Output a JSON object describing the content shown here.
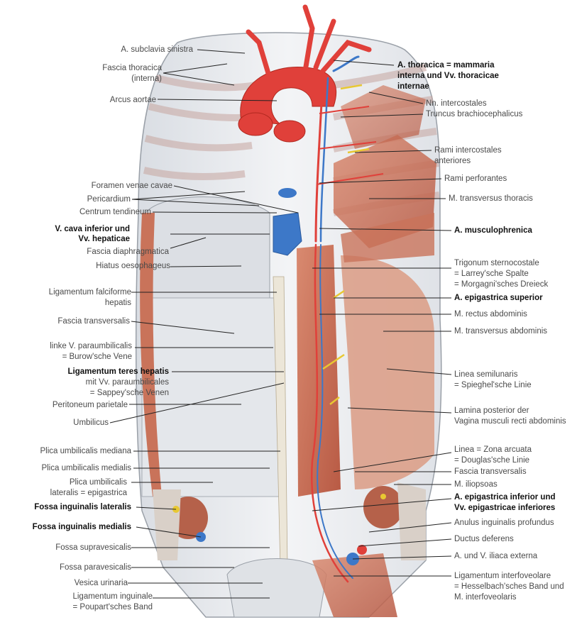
{
  "labels_left": {
    "subclavia": "A. subclavia sinistra",
    "fascia_thoracica_1": "Fascia thoracica",
    "fascia_thoracica_2": "(interna)",
    "arcus_aortae": "Arcus aortae",
    "foramen_venae_cavae": "Foramen venae cavae",
    "pericardium": "Pericardium",
    "centrum_tendineum": "Centrum tendineum",
    "v_cava_1": "V. cava inferior und",
    "v_cava_2": "Vv. hepaticae",
    "fascia_diaphragmatica": "Fascia diaphragmatica",
    "hiatus": "Hiatus oesophageus",
    "lig_falciforme_1": "Ligamentum falciforme",
    "lig_falciforme_2": "hepatis",
    "fascia_transversalis": "Fascia transversalis",
    "linke_v_1": "linke V. paraumbilicalis",
    "linke_v_2": "= Burow'sche Vene",
    "lig_teres_1": "Ligamentum teres hepatis",
    "lig_teres_2": "mit Vv. paraumbilicales",
    "lig_teres_3": "= Sappey'sche Venen",
    "peritoneum": "Peritoneum parietale",
    "umbilicus": "Umbilicus",
    "plica_mediana": "Plica umbilicalis mediana",
    "plica_medialis": "Plica umbilicalis medialis",
    "plica_lateralis_1": "Plica umbilicalis",
    "plica_lateralis_2": "lateralis = epigastrica",
    "fossa_lateralis": "Fossa inguinalis lateralis",
    "fossa_medialis": "Fossa inguinalis medialis",
    "fossa_supravesicalis": "Fossa supravesicalis",
    "fossa_paravesicalis": "Fossa paravesicalis",
    "vesica": "Vesica urinaria",
    "lig_inguinale_1": "Ligamentum inguinale",
    "lig_inguinale_2": "= Poupart'sches Band"
  },
  "labels_right": {
    "a_thoracica_1": "A. thoracica = mammaria",
    "a_thoracica_2": "interna und Vv. thoracicae",
    "a_thoracica_3": "internae",
    "nn_intercostales": "Nn. intercostales",
    "truncus": "Truncus brachiocephalicus",
    "rami_intercostales_1": "Rami intercostales",
    "rami_intercostales_2": "anteriores",
    "rami_perforantes": "Rami perforantes",
    "m_transversus_thoracis": "M. transversus thoracis",
    "a_musculophrenica": "A. musculophrenica",
    "trigonum_1": "Trigonum sternocostale",
    "trigonum_2": "= Larrey'sche Spalte",
    "trigonum_3": "= Morgagni'sches Dreieck",
    "a_epigastrica_sup": "A. epigastrica superior",
    "m_rectus": "M. rectus abdominis",
    "m_transversus_abd": "M. transversus abdominis",
    "linea_semilunaris_1": "Linea semilunaris",
    "linea_semilunaris_2": "= Spieghel'sche Linie",
    "lamina_1": "Lamina posterior der",
    "lamina_2": "Vagina musculi recti abdominis",
    "linea_zona_1": "Linea = Zona arcuata",
    "linea_zona_2": "= Douglas'sche Linie",
    "fascia_transversalis": "Fascia transversalis",
    "m_iliopsoas": "M. iliopsoas",
    "a_epigastrica_inf_1": "A. epigastrica inferior und",
    "a_epigastrica_inf_2": "Vv. epigastricae inferiores",
    "anulus": "Anulus inguinalis profundus",
    "ductus": "Ductus deferens",
    "a_iliaca": "A. und V. iliaca externa",
    "lig_interfov_1": "Ligamentum interfoveolare",
    "lig_interfov_2": "= Hesselbach'sches Band und",
    "lig_interfov_3": "M. interfoveolaris"
  },
  "colors": {
    "artery": "#e0403a",
    "vein": "#3d78c8",
    "muscle": "#c9735a",
    "muscle_light": "#e8b8a4",
    "fascia": "#e9ebee",
    "nerve": "#e8c832"
  }
}
